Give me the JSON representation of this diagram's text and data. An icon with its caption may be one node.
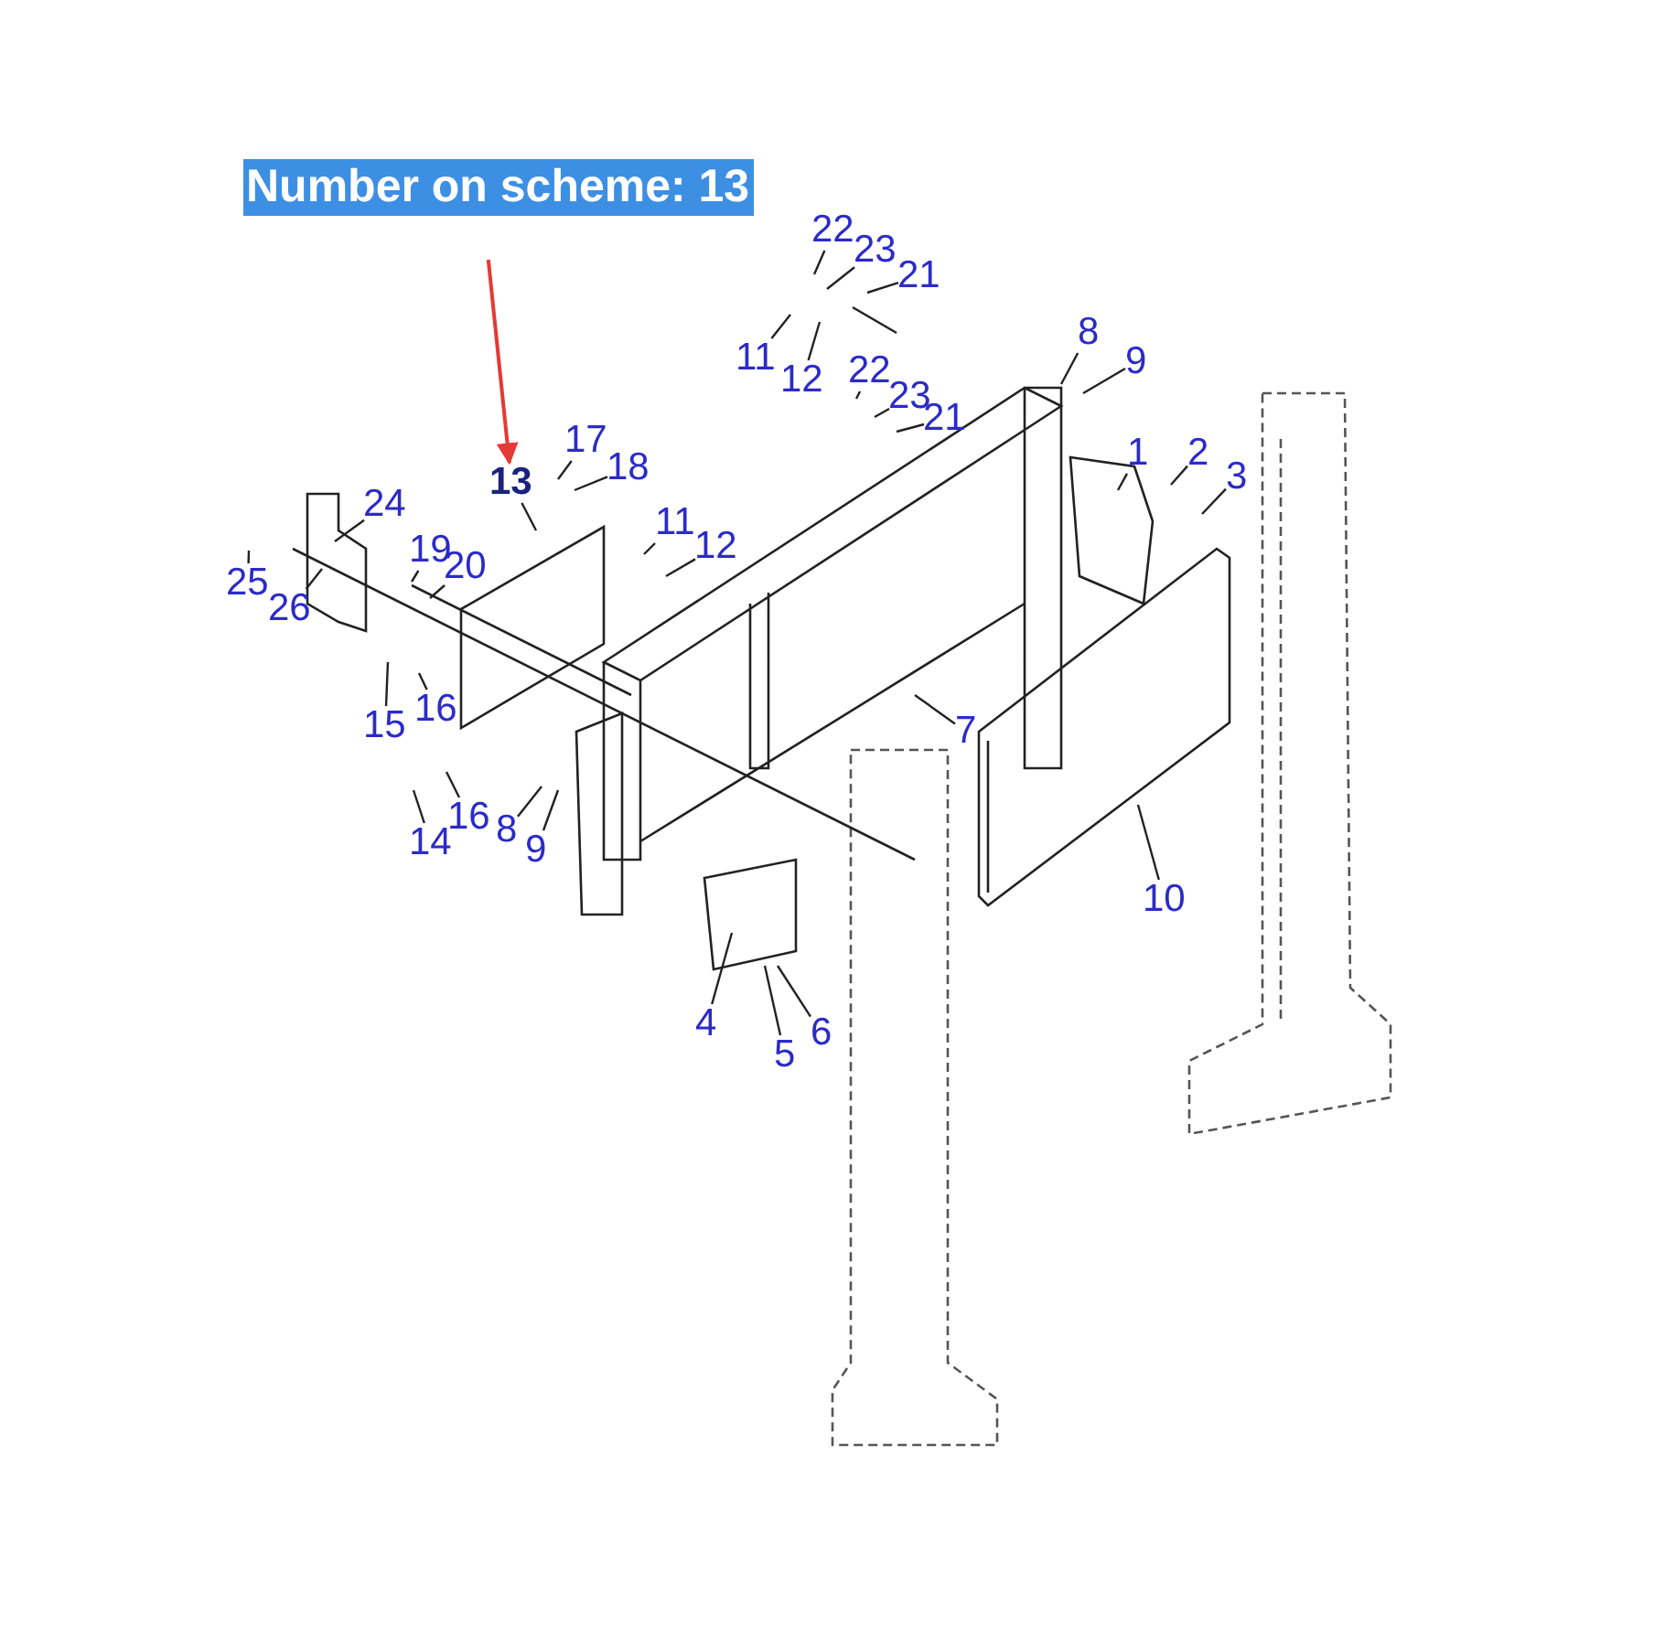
{
  "diagram": {
    "nodes": [
      {
        "text": [
          "Number on scheme: 13"
        ]
      },
      {
        "text": [
          "22"
        ]
      },
      {
        "text": [
          "23"
        ]
      },
      {
        "text": [
          "21"
        ]
      },
      {
        "text": [
          "11"
        ]
      },
      {
        "text": [
          "12"
        ]
      },
      {
        "text": [
          "8"
        ]
      },
      {
        "text": [
          "9"
        ]
      },
      {
        "text": [
          "22"
        ]
      },
      {
        "text": [
          "23"
        ]
      },
      {
        "text": [
          "21"
        ]
      },
      {
        "text": [
          "1"
        ]
      },
      {
        "text": [
          "2"
        ]
      },
      {
        "text": [
          "3"
        ]
      },
      {
        "text": [
          "13"
        ]
      },
      {
        "text": [
          "17"
        ]
      },
      {
        "text": [
          "18"
        ]
      },
      {
        "text": [
          "11"
        ]
      },
      {
        "text": [
          "12"
        ]
      },
      {
        "text": [
          "24"
        ]
      },
      {
        "text": [
          "25"
        ]
      },
      {
        "text": [
          "26"
        ]
      },
      {
        "text": [
          "19"
        ]
      },
      {
        "text": [
          "20"
        ]
      },
      {
        "text": [
          "15"
        ]
      },
      {
        "text": [
          "16"
        ]
      },
      {
        "text": [
          "14"
        ]
      },
      {
        "text": [
          "16"
        ]
      },
      {
        "text": [
          "8"
        ]
      },
      {
        "text": [
          "9"
        ]
      },
      {
        "text": [
          "7"
        ]
      },
      {
        "text": [
          "10"
        ]
      },
      {
        "text": [
          "4"
        ]
      },
      {
        "text": [
          "5"
        ]
      },
      {
        "text": [
          "6"
        ]
      }
    ],
    "edges": [
      {
        "from": 0,
        "to": 14,
        "arrow": "to",
        "color": "#e53935"
      },
      {
        "from": 1,
        "to": null,
        "arrow": "none"
      },
      {
        "from": 2,
        "to": null,
        "arrow": "none"
      },
      {
        "from": 3,
        "to": null,
        "arrow": "none"
      },
      {
        "from": 4,
        "to": null,
        "arrow": "none"
      },
      {
        "from": 5,
        "to": null,
        "arrow": "none"
      },
      {
        "from": 6,
        "to": null,
        "arrow": "none"
      },
      {
        "from": 7,
        "to": null,
        "arrow": "none"
      },
      {
        "from": 8,
        "to": null,
        "arrow": "none"
      },
      {
        "from": 9,
        "to": null,
        "arrow": "none"
      },
      {
        "from": 10,
        "to": null,
        "arrow": "none"
      },
      {
        "from": 11,
        "to": null,
        "arrow": "none"
      },
      {
        "from": 12,
        "to": null,
        "arrow": "none"
      },
      {
        "from": 13,
        "to": null,
        "arrow": "none"
      },
      {
        "from": 14,
        "to": null,
        "arrow": "none"
      },
      {
        "from": 15,
        "to": null,
        "arrow": "none"
      },
      {
        "from": 16,
        "to": null,
        "arrow": "none"
      },
      {
        "from": 17,
        "to": null,
        "arrow": "none"
      },
      {
        "from": 18,
        "to": null,
        "arrow": "none"
      },
      {
        "from": 19,
        "to": null,
        "arrow": "none"
      },
      {
        "from": 20,
        "to": null,
        "arrow": "none"
      },
      {
        "from": 21,
        "to": null,
        "arrow": "none"
      },
      {
        "from": 22,
        "to": null,
        "arrow": "none"
      },
      {
        "from": 23,
        "to": null,
        "arrow": "none"
      },
      {
        "from": 24,
        "to": null,
        "arrow": "none"
      },
      {
        "from": 25,
        "to": null,
        "arrow": "none"
      },
      {
        "from": 26,
        "to": null,
        "arrow": "none"
      },
      {
        "from": 27,
        "to": null,
        "arrow": "none"
      },
      {
        "from": 28,
        "to": null,
        "arrow": "none"
      },
      {
        "from": 29,
        "to": null,
        "arrow": "none"
      },
      {
        "from": 30,
        "to": null,
        "arrow": "none"
      },
      {
        "from": 31,
        "to": null,
        "arrow": "none"
      },
      {
        "from": 32,
        "to": null,
        "arrow": "none"
      },
      {
        "from": 33,
        "to": null,
        "arrow": "none"
      },
      {
        "from": 34,
        "to": null,
        "arrow": "none"
      }
    ]
  }
}
